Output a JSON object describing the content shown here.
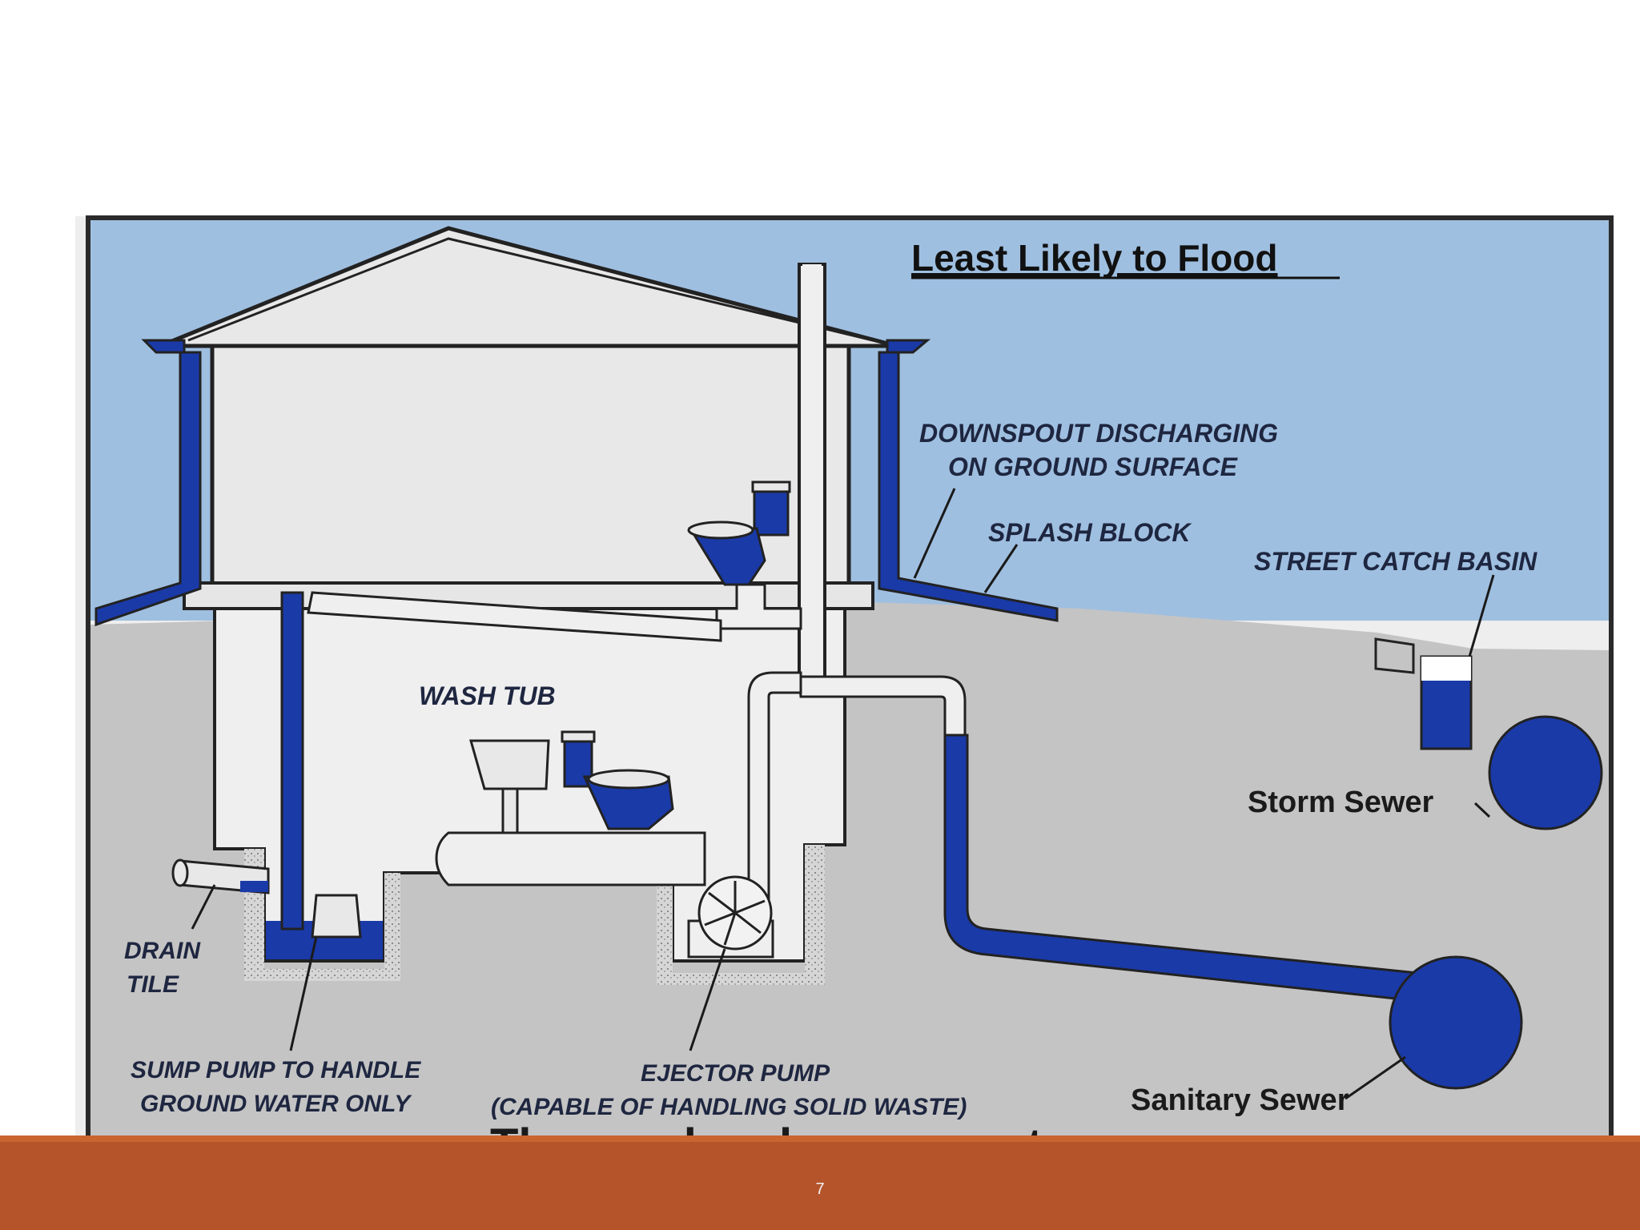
{
  "diagram": {
    "heading": "Least Likely to Flood",
    "caption": "The overhead sewer system",
    "labels": {
      "downspout_line1": "DOWNSPOUT DISCHARGING",
      "downspout_line2": "ON GROUND SURFACE",
      "splash_block": "SPLASH BLOCK",
      "street_catch_basin": "STREET CATCH BASIN",
      "wash_tub": "WASH TUB",
      "storm_sewer": "Storm Sewer",
      "drain_tile_line1": "DRAIN",
      "drain_tile_line2": "TILE",
      "sump_pump_line1": "SUMP PUMP TO HANDLE",
      "sump_pump_line2": "GROUND WATER ONLY",
      "ejector_pump_line1": "EJECTOR PUMP",
      "ejector_pump_line2": "(CAPABLE OF HANDLING SOLID WASTE)",
      "sanitary_sewer": "Sanitary Sewer"
    },
    "colors": {
      "sky": "#9fbfe0",
      "ground": "#c4c4c4",
      "water_blue": "#1a3aa8",
      "house_fill": "#e8e8e8",
      "outline": "#222222"
    }
  },
  "footer": {
    "slide_number": "7",
    "bar_color": "#b5542a"
  }
}
